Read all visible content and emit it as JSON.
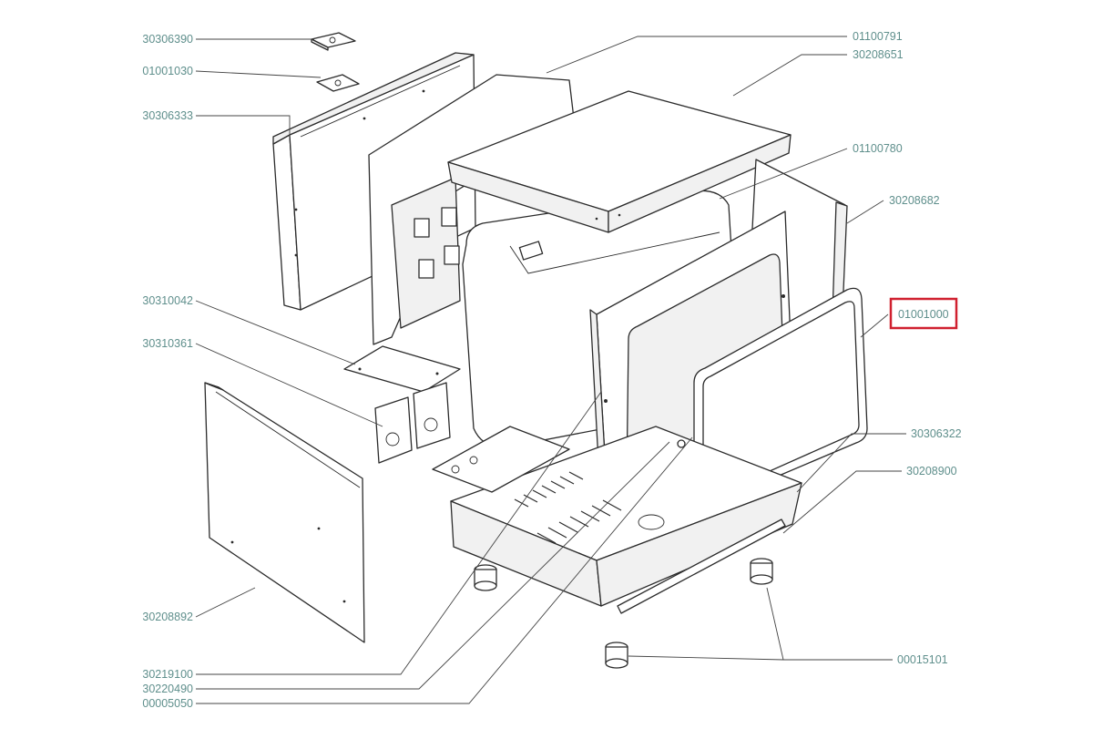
{
  "diagram": {
    "highlight_color": "#d0202f",
    "label_color": "#5f8f8c",
    "highlighted_part": "01001000",
    "labels_left": [
      "30306390",
      "01001030",
      "30306333",
      "30310042",
      "30310361",
      "30208892"
    ],
    "labels_bottom_left": [
      "30219100",
      "30220490",
      "00005050"
    ],
    "labels_right": [
      "01100791",
      "30208651",
      "01100780",
      "30208682",
      "01001000",
      "30306322",
      "30208900",
      "00015101"
    ]
  }
}
